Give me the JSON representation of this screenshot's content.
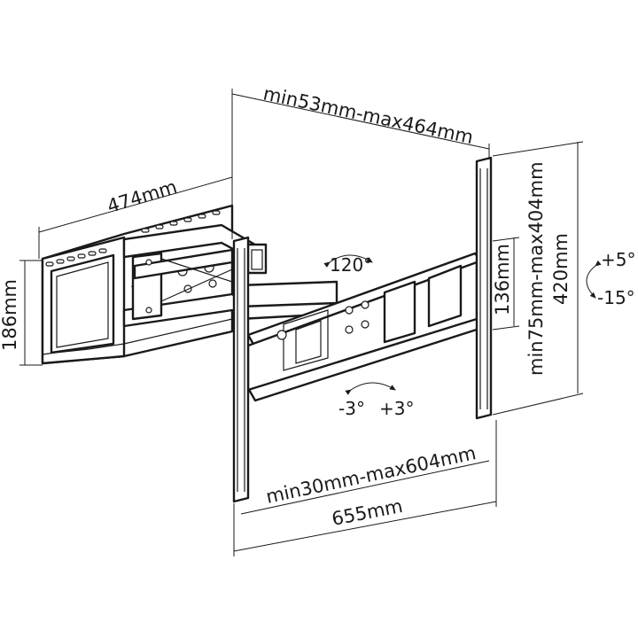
{
  "diagram": {
    "dimensions": {
      "wall_plate_width": "474mm",
      "wall_plate_height": "186mm",
      "arm_extension": "min53mm-max464mm",
      "vesa_horizontal": "min30mm-max604mm",
      "overall_width": "655mm",
      "vesa_vertical": "min75mm-max404mm",
      "overall_height": "420mm",
      "bracket_spacing": "136mm"
    },
    "adjustments": {
      "swivel": "120°",
      "tilt_up": "+5°",
      "tilt_down": "-15°",
      "level_left": "-3°",
      "level_right": "+3°"
    }
  }
}
